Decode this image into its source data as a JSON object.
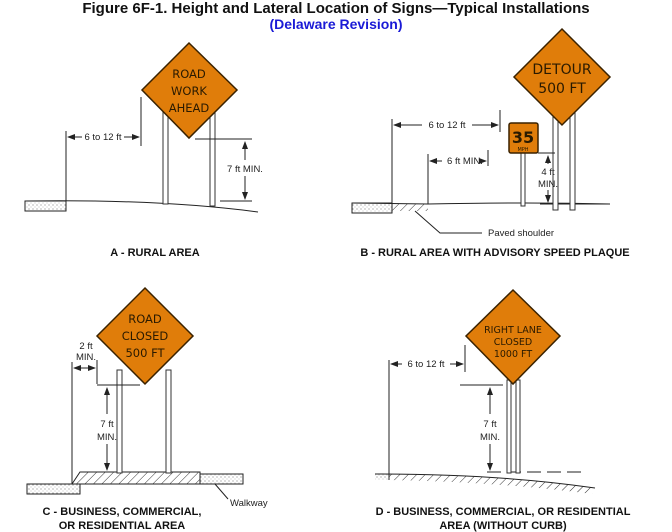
{
  "title": "Figure 6F-1.  Height and Lateral Location of Signs—Typical Installations",
  "subtitle": "(Delaware Revision)",
  "colors": {
    "sign": "#e07d0a",
    "subtitle": "#1a1ad6"
  },
  "panels": {
    "a": {
      "caption": "A - RURAL AREA",
      "sign": [
        "ROAD",
        "WORK",
        "AHEAD"
      ],
      "lateral": "6 to 12 ft",
      "height": "7 ft MIN."
    },
    "b": {
      "caption": "B - RURAL AREA WITH ADVISORY SPEED PLAQUE",
      "sign": [
        "DETOUR",
        "500 FT"
      ],
      "plaque_speed": "35",
      "plaque_unit": "MPH",
      "lateral": "6 to 12 ft",
      "lateral_min": "6 ft MIN.",
      "height": [
        "4 ft",
        "MIN."
      ],
      "shoulder_label": "Paved shoulder"
    },
    "c": {
      "caption": [
        "C - BUSINESS, COMMERCIAL,",
        "OR RESIDENTIAL AREA"
      ],
      "sign": [
        "ROAD",
        "CLOSED",
        "500 FT"
      ],
      "lateral": [
        "2 ft",
        "MIN."
      ],
      "height": [
        "7 ft",
        "MIN."
      ],
      "walkway_label": "Walkway"
    },
    "d": {
      "caption": [
        "D - BUSINESS, COMMERCIAL, OR RESIDENTIAL",
        "AREA (WITHOUT CURB)"
      ],
      "sign": [
        "RIGHT LANE",
        "CLOSED",
        "1000 FT"
      ],
      "lateral": "6 to 12 ft",
      "height": [
        "7 ft",
        "MIN."
      ]
    }
  }
}
